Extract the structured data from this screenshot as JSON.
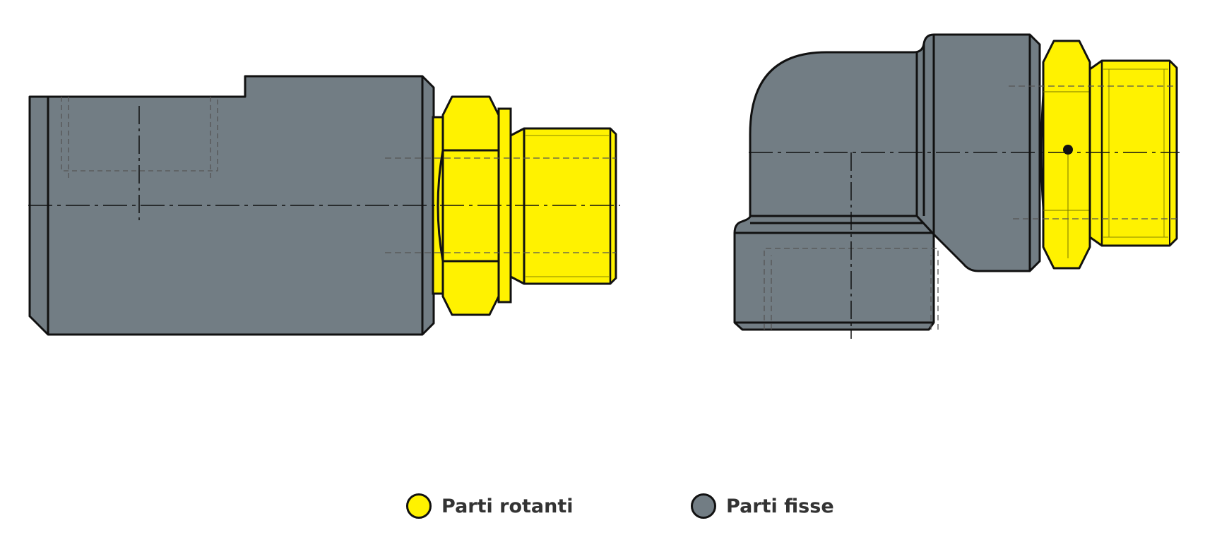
{
  "colors": {
    "rotating": "#fff200",
    "fixed": "#727d84",
    "outline": "#111111",
    "hidden_line": "#555555"
  },
  "drawings": [
    {
      "name": "straight-rotary-union",
      "view": "side"
    },
    {
      "name": "elbow-rotary-union",
      "view": "side"
    }
  ],
  "legend": {
    "rotating_label": "Parti rotanti",
    "fixed_label": "Parti fisse"
  }
}
